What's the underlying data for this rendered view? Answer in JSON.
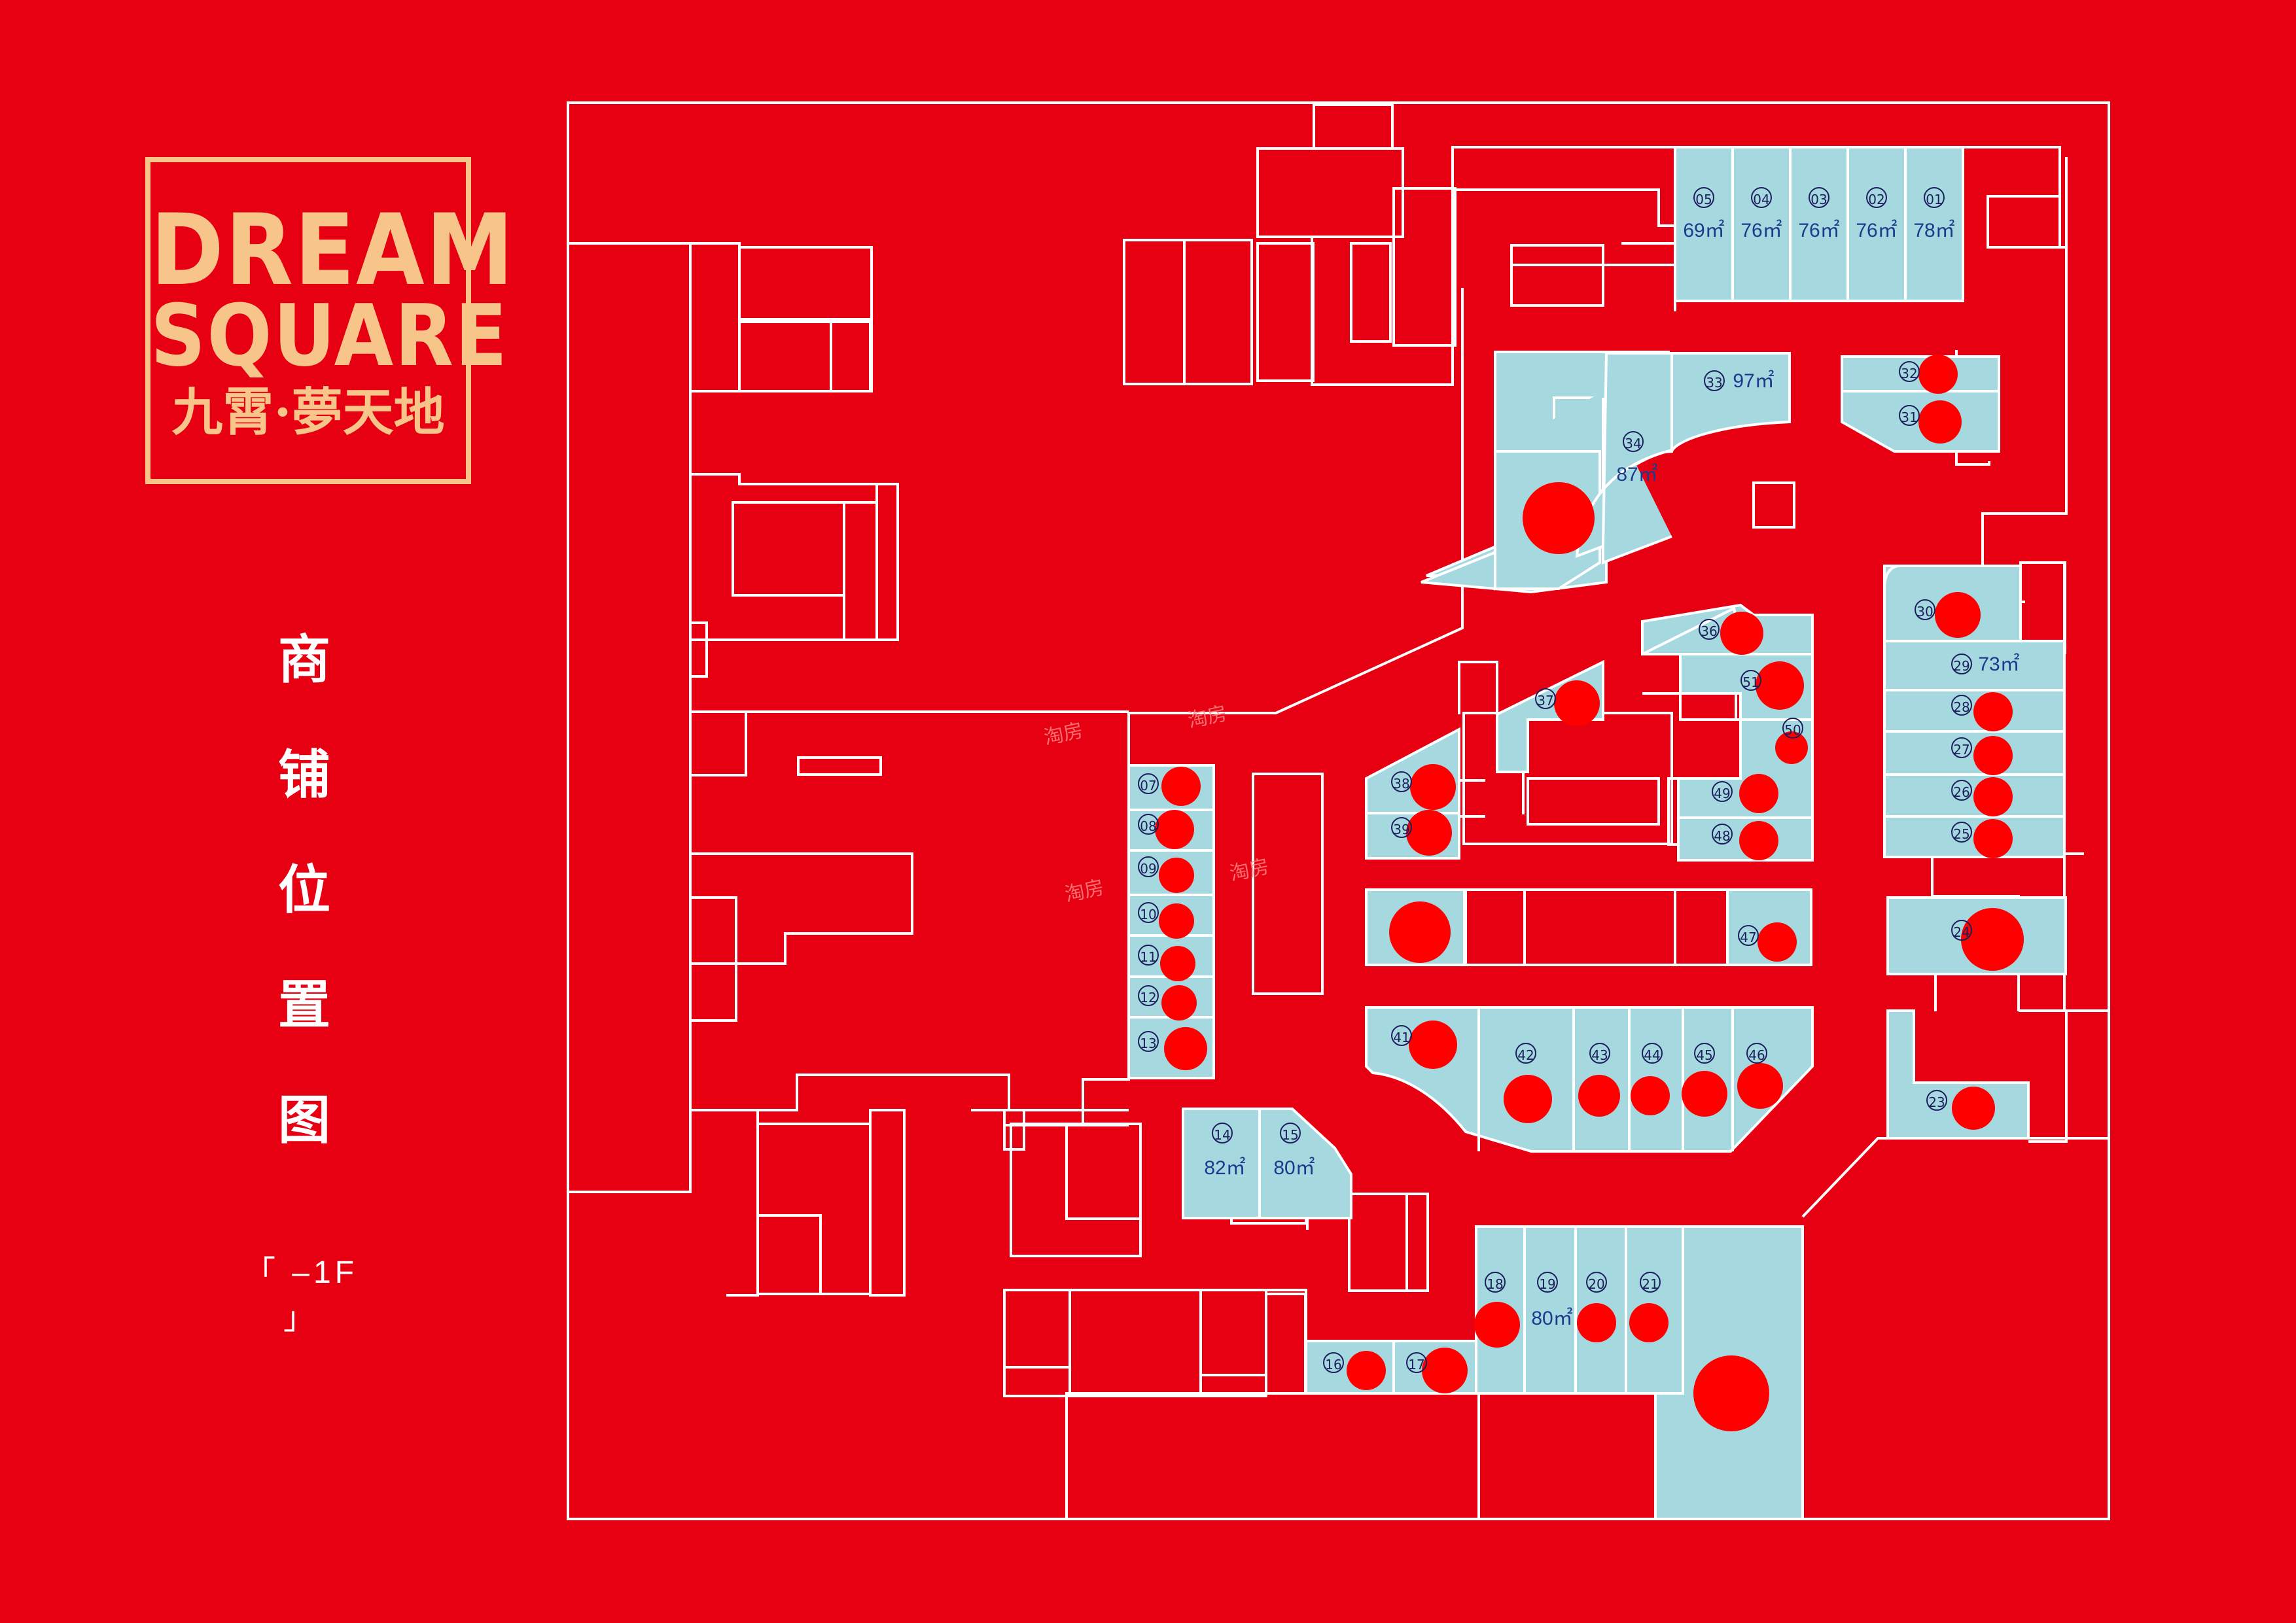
{
  "logo": {
    "line1": "DREAM",
    "line2": "SQUARE",
    "line3": "九霄·夢天地"
  },
  "side_title": "商铺位置图",
  "floor": "「 –1F 」",
  "watermark": "淘房",
  "colors": {
    "background": "#e60012",
    "line": "#ffffff",
    "shop": "#a6d8e0",
    "sold_marker": "#ff0000",
    "logo": "#f7c48a",
    "shop_number": "#1b1f5c",
    "shop_area": "#1e3a8c"
  },
  "shops": [
    {
      "no": "01",
      "area": "78㎡"
    },
    {
      "no": "02",
      "area": "76㎡"
    },
    {
      "no": "03",
      "area": "76㎡"
    },
    {
      "no": "04",
      "area": "76㎡"
    },
    {
      "no": "05",
      "area": "69㎡"
    },
    {
      "no": "07"
    },
    {
      "no": "08"
    },
    {
      "no": "09"
    },
    {
      "no": "10"
    },
    {
      "no": "11"
    },
    {
      "no": "12"
    },
    {
      "no": "13"
    },
    {
      "no": "14",
      "area": "82㎡"
    },
    {
      "no": "15",
      "area": "80㎡"
    },
    {
      "no": "16"
    },
    {
      "no": "17"
    },
    {
      "no": "18"
    },
    {
      "no": "19",
      "area": "80㎡"
    },
    {
      "no": "20"
    },
    {
      "no": "21"
    },
    {
      "no": "23"
    },
    {
      "no": "24"
    },
    {
      "no": "25"
    },
    {
      "no": "26"
    },
    {
      "no": "27"
    },
    {
      "no": "28"
    },
    {
      "no": "29",
      "area": "73㎡"
    },
    {
      "no": "30"
    },
    {
      "no": "31"
    },
    {
      "no": "32"
    },
    {
      "no": "33",
      "area": "97㎡"
    },
    {
      "no": "34",
      "area": "87㎡"
    },
    {
      "no": "36"
    },
    {
      "no": "37"
    },
    {
      "no": "38"
    },
    {
      "no": "39"
    },
    {
      "no": "41"
    },
    {
      "no": "42"
    },
    {
      "no": "43"
    },
    {
      "no": "44"
    },
    {
      "no": "45"
    },
    {
      "no": "46"
    },
    {
      "no": "47"
    },
    {
      "no": "48"
    },
    {
      "no": "49"
    },
    {
      "no": "50"
    },
    {
      "no": "51"
    }
  ]
}
